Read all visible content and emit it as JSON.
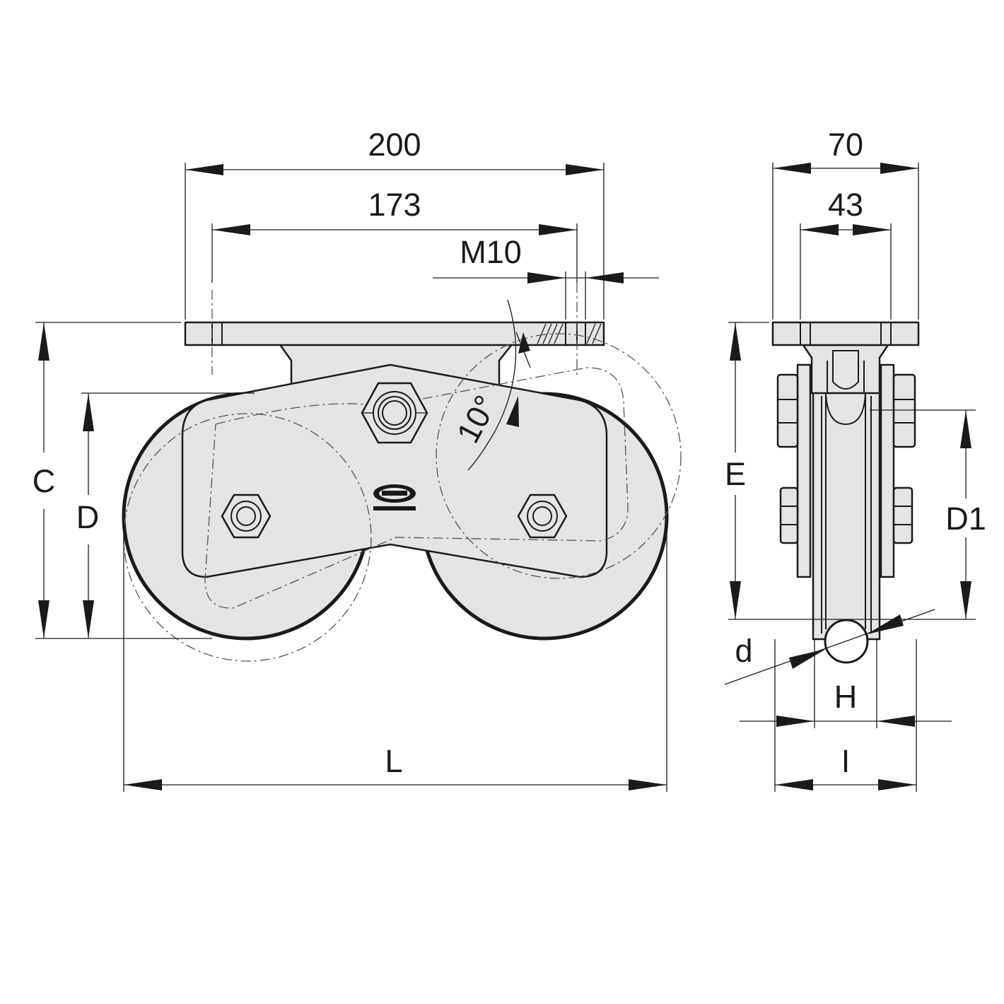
{
  "colors": {
    "line": "#1a1a1a",
    "part_fill": "#e4e4e4",
    "background": "#ffffff"
  },
  "side_view": {
    "dim_overall_width": "200",
    "dim_hole_spacing": "173",
    "dim_thread": "M10",
    "dim_swing_angle": "10°",
    "label_height_c": "C",
    "label_wheel_d": "D",
    "label_length_l": "L"
  },
  "front_view": {
    "dim_plate_width": "70",
    "dim_hole_spacing": "43",
    "label_height_e": "E",
    "label_wheel_d1": "D1",
    "label_rope_d": "d",
    "label_groove_h": "H",
    "label_width_i": "I"
  },
  "icons": [
    "hex-nut-icon",
    "logo-icon"
  ]
}
